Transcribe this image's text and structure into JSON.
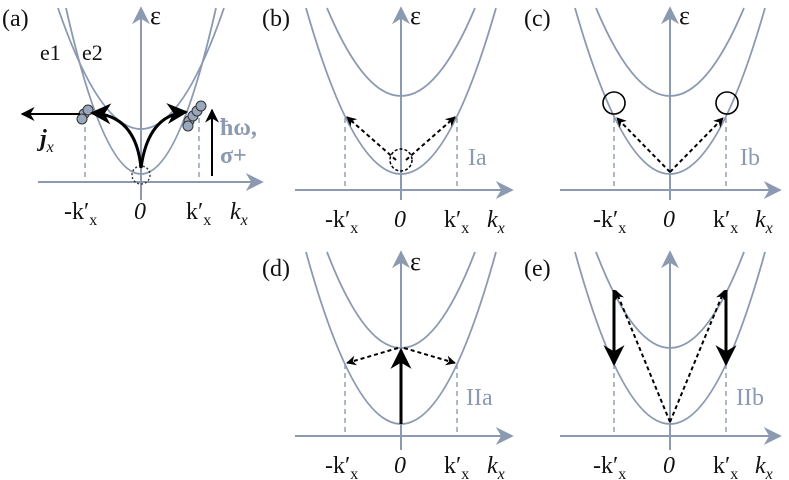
{
  "colors": {
    "curve": "#8b9ab0",
    "axis": "#8b9ab0",
    "arrow": "#000000",
    "label_grey": "#8b9ab0"
  },
  "panels": [
    {
      "id": "a",
      "label": "(a)",
      "energy_axis": "ε",
      "k_axis": "k",
      "k_sub": "x",
      "tick_minus": "-k′",
      "tick_minus_sub": "x",
      "tick_zero": "0",
      "tick_plus": "k′",
      "tick_plus_sub": "x",
      "band1": "e1",
      "band2": "e2",
      "current": "j",
      "current_sub": "x",
      "photon_line1": "ħω,",
      "photon_line2": "σ+"
    },
    {
      "id": "b",
      "label": "(b)",
      "energy_axis": "ε",
      "k_axis": "k",
      "k_sub": "x",
      "tick_minus": "-k′",
      "tick_minus_sub": "x",
      "tick_zero": "0",
      "tick_plus": "k′",
      "tick_plus_sub": "x",
      "mechanism": "Ia"
    },
    {
      "id": "c",
      "label": "(c)",
      "energy_axis": "ε",
      "k_axis": "k",
      "k_sub": "x",
      "tick_minus": "-k′",
      "tick_minus_sub": "x",
      "tick_zero": "0",
      "tick_plus": "k′",
      "tick_plus_sub": "x",
      "mechanism": "Ib"
    },
    {
      "id": "d",
      "label": "(d)",
      "energy_axis": "ε",
      "k_axis": "k",
      "k_sub": "x",
      "tick_minus": "-k′",
      "tick_minus_sub": "x",
      "tick_zero": "0",
      "tick_plus": "k′",
      "tick_plus_sub": "x",
      "mechanism": "IIa"
    },
    {
      "id": "e",
      "label": "(e)",
      "k_axis": "k",
      "k_sub": "x",
      "tick_minus": "-k′",
      "tick_minus_sub": "x",
      "tick_zero": "0",
      "tick_plus": "k′",
      "tick_plus_sub": "x",
      "mechanism": "IIb"
    }
  ]
}
